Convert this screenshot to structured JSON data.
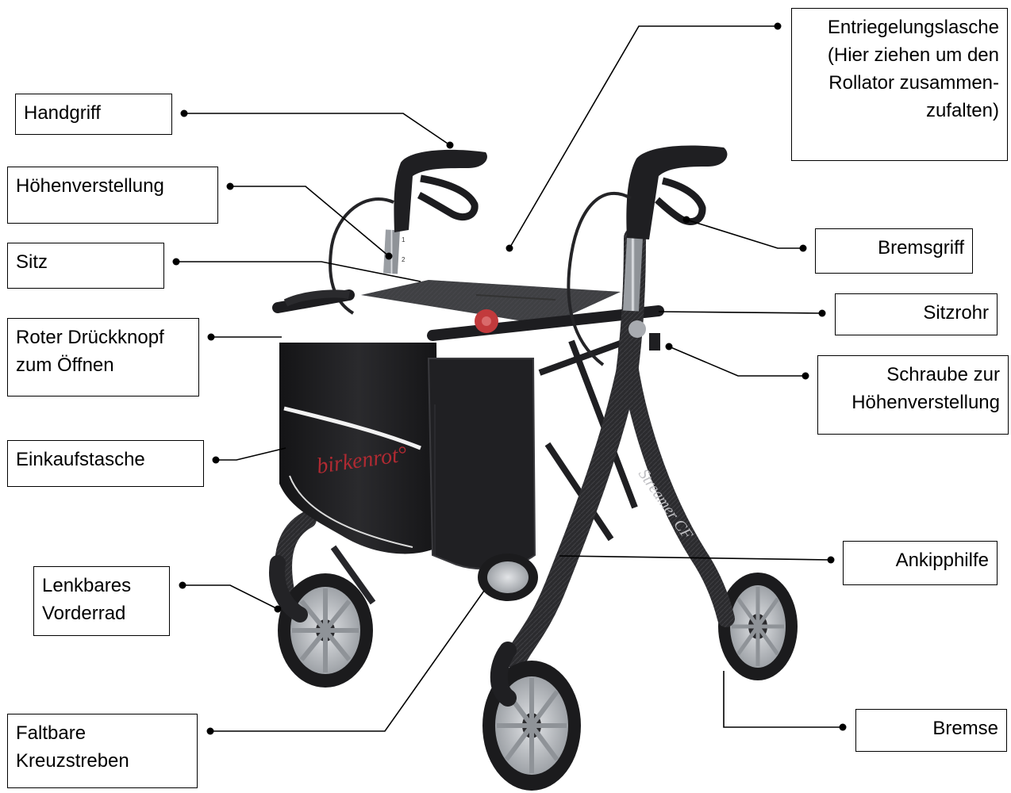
{
  "labels": {
    "handgriff": "Handgriff",
    "hoehenverstellung": "Höhenverstellung",
    "sitz": "Sitz",
    "druckknopf": "Roter Drückknopf\nzum Öffnen",
    "einkaufstasche": "Einkaufstasche",
    "vorderrad": "Lenkbares\nVorderrad",
    "kreuzstreben": "Faltbare\nKreuzstreben",
    "entriegelung": "Entriegelungslasche\n(Hier ziehen um den\nRollator zusammen-\nzufalten)",
    "bremsgriff": "Bremsgriff",
    "sitzrohr": "Sitzrohr",
    "schraube": "Schraube zur\nHöhenverstellung",
    "ankipphilfe": "Ankipphilfe",
    "bremse": "Bremse"
  },
  "product": {
    "brand": "birkenrot",
    "model": "Streamer CF"
  },
  "colors": {
    "frame": "#2a2a2c",
    "tube": "#c9ccd0",
    "bag": "#1f1f21",
    "brand_red": "#b02a32",
    "button_red": "#c23a3c",
    "wheel_rim": "#b9bcc0"
  }
}
